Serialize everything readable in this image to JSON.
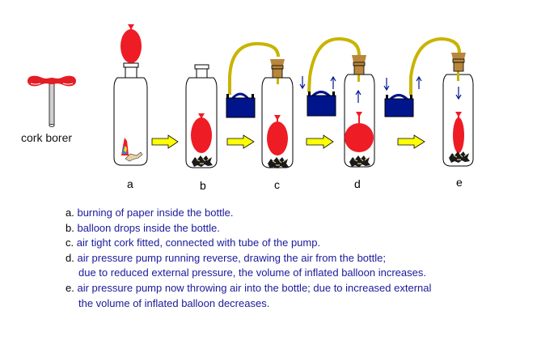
{
  "diagram": {
    "tool_label": "cork borer",
    "stages": [
      {
        "id": "a",
        "label": "a",
        "balloon": "on-neck",
        "burning_paper": true
      },
      {
        "id": "b",
        "label": "b",
        "balloon": "inside-normal"
      },
      {
        "id": "c",
        "label": "c",
        "balloon": "inside-normal",
        "cork": true,
        "pump": true
      },
      {
        "id": "d",
        "label": "d",
        "balloon": "inside-large",
        "cork": true,
        "pump": true,
        "air_flow": "out"
      },
      {
        "id": "e",
        "label": "e",
        "balloon": "inside-small",
        "cork": true,
        "pump": true,
        "air_flow": "in"
      }
    ],
    "colors": {
      "balloon": "#ee1c24",
      "arrow": "#ffff00",
      "pump": "#00148c",
      "tube": "#c8b400",
      "cork": "#b8863c",
      "flow_arrow": "#00148c",
      "caption_text": "#1a1a9a"
    }
  },
  "captions": [
    {
      "key": "a.",
      "text": "burning of paper inside the bottle."
    },
    {
      "key": "b.",
      "text": "balloon drops inside the bottle."
    },
    {
      "key": "c.",
      "text": "air tight cork fitted, connected with tube of the pump."
    },
    {
      "key": "d.",
      "text": "air pressure pump running reverse, drawing the air from the bottle;",
      "cont": "due to reduced external pressure, the volume of inflated balloon increases."
    },
    {
      "key": "e.",
      "text": "air pressure pump now throwing air into the bottle; due to increased external",
      "cont": "the volume of inflated balloon decreases."
    }
  ]
}
